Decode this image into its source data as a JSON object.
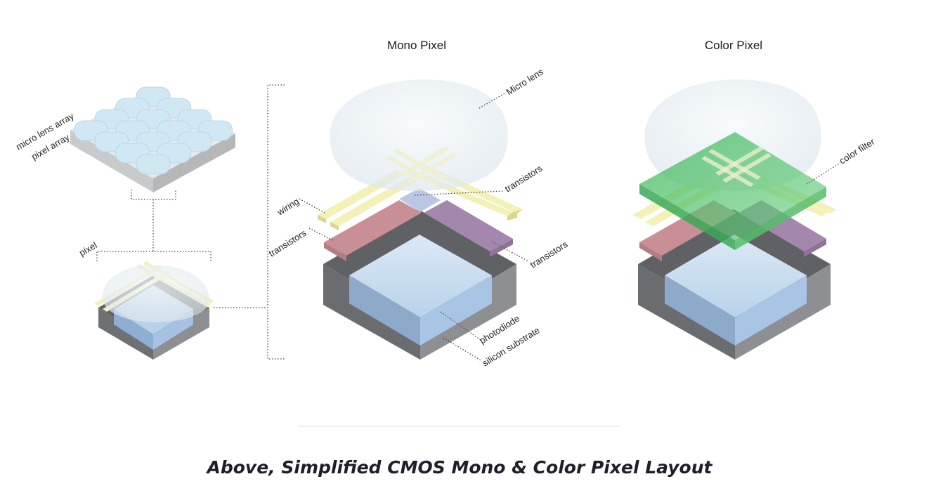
{
  "titles": {
    "mono": "Mono Pixel",
    "color": "Color Pixel"
  },
  "labels": {
    "micro_lens_array": "micro lens array",
    "pixel_array": "pixel array",
    "pixel": "pixel",
    "micro_lens": "Micro lens",
    "transistors_top": "transistors",
    "wiring": "wiring",
    "transistors_left": "transistors",
    "transistors_right": "transistors",
    "photodiode": "photodiode",
    "silicon_substrate": "silicon substrate",
    "color_filter": "color filter"
  },
  "caption": "Above, Simplified CMOS Mono & Color Pixel Layout",
  "colors": {
    "lens": "#dfeff6",
    "wiring": "#f3f1b8",
    "transistor_red": "#c98f96",
    "transistor_purple": "#a487ad",
    "photodiode": "#a9c5e6",
    "substrate_dark": "#6e7073",
    "substrate_mid": "#8f9194",
    "color_filter": "#4fbf6a"
  }
}
